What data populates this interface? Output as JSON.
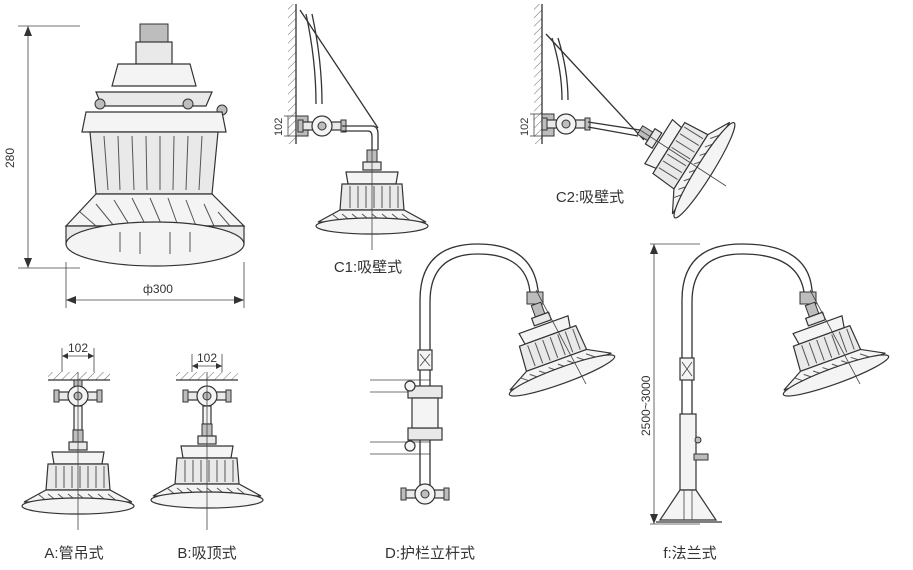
{
  "dimensions": {
    "height": "280",
    "diameter": "ф300",
    "pole_height": "2500~3000",
    "pipe_width_a": "102",
    "pipe_width_b": "102",
    "pipe_width_c1": "102",
    "pipe_width_c2": "102"
  },
  "labels": {
    "a": "A:管吊式",
    "b": "B:吸顶式",
    "c1": "C1:吸壁式",
    "c2": "C2:吸壁式",
    "d": "D:护栏立杆式",
    "f": "f:法兰式"
  }
}
